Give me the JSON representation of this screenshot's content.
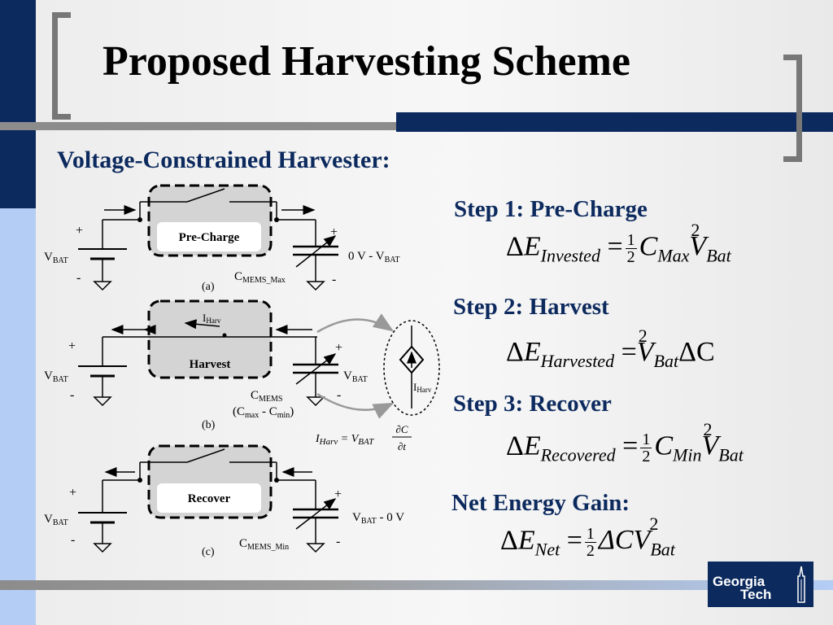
{
  "slide": {
    "title": "Proposed Harvesting Scheme",
    "subtitle": "Voltage-Constrained Harvester:"
  },
  "colors": {
    "navy": "#0c2a5e",
    "light_blue": "#b4cdf5",
    "gray": "#8c8c8c"
  },
  "steps": [
    {
      "label": "Step 1: Pre-Charge",
      "equation": {
        "lhs": "E",
        "lhs_sub": "Invested",
        "half_num": "1",
        "half_den": "2",
        "c": "C",
        "c_sub": "Max",
        "v": "V",
        "v_sub": "Bat",
        "v_exp": "2"
      }
    },
    {
      "label": "Step 2: Harvest",
      "equation": {
        "lhs": "E",
        "lhs_sub": "Harvested",
        "v": "V",
        "v_sub": "Bat",
        "v_exp": "2",
        "tail": "ΔC"
      }
    },
    {
      "label": "Step 3: Recover",
      "equation": {
        "lhs": "E",
        "lhs_sub": "Recovered",
        "half_num": "1",
        "half_den": "2",
        "c": "C",
        "c_sub": "Min",
        "v": "V",
        "v_sub": "Bat",
        "v_exp": "2"
      }
    },
    {
      "label": "Net Energy Gain:",
      "equation": {
        "lhs": "E",
        "lhs_sub": "Net",
        "half_num": "1",
        "half_den": "2",
        "mid": "ΔCV",
        "v_sub": "Bat",
        "v_exp": "2"
      }
    }
  ],
  "circuits": {
    "a": {
      "switch_label": "Pre-Charge",
      "plus": "+",
      "minus": "-",
      "source": "V",
      "source_sub": "BAT",
      "cap": "C",
      "cap_sub": "MEMS_Max",
      "cap_voltage": "0 V - V",
      "cap_voltage_sub": "BAT",
      "panel": "(a)"
    },
    "b": {
      "switch_label": "Harvest",
      "current": "I",
      "current_sub": "Harv",
      "plus": "+",
      "minus": "-",
      "source": "V",
      "source_sub": "BAT",
      "cap": "C",
      "cap_sub": "MEMS",
      "cap_range_open": "(C",
      "cap_range_max": "max",
      "cap_range_mid": " - C",
      "cap_range_min": "min",
      "cap_range_close": ")",
      "cap_voltage": "V",
      "cap_voltage_sub": "BAT",
      "source_current": "I",
      "source_current_sub": "Harv",
      "current_eq_lhs": "I",
      "current_eq_lhs_sub": "Harv",
      "current_eq_rhs": "= V",
      "current_eq_rhs_sub": "BAT",
      "current_eq_num": "∂C",
      "current_eq_den": "∂t",
      "panel": "(b)"
    },
    "c": {
      "switch_label": "Recover",
      "plus": "+",
      "minus": "-",
      "source": "V",
      "source_sub": "BAT",
      "cap": "C",
      "cap_sub": "MEMS_Min",
      "cap_voltage": "V",
      "cap_voltage_sub": "BAT",
      "cap_voltage_tail": " - 0 V",
      "panel": "(c)"
    }
  },
  "logo": {
    "line1": "Georgia",
    "line2": "Tech"
  }
}
